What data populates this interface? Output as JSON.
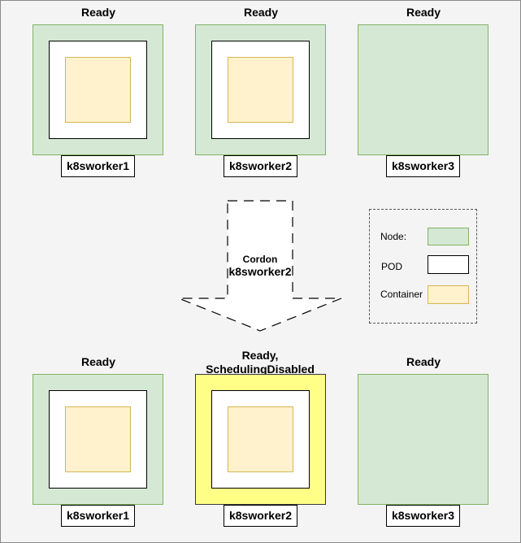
{
  "colors": {
    "node": "#d5e8d4",
    "node_border": "#82b366",
    "pod": "#ffffff",
    "container": "#fff2cc",
    "container_border": "#d6b656",
    "cordoned_node": "#ffff88"
  },
  "before": {
    "nodes": [
      {
        "status": "Ready",
        "name": "k8sworker1"
      },
      {
        "status": "Ready",
        "name": "k8sworker2"
      },
      {
        "status": "Ready",
        "name": "k8sworker3"
      }
    ]
  },
  "arrow": {
    "action": "Cordon",
    "target": "k8sworker2"
  },
  "legend": {
    "node_label": "Node:",
    "pod_label": "POD",
    "container_label": "Container"
  },
  "after": {
    "nodes": [
      {
        "status": "Ready",
        "name": "k8sworker1"
      },
      {
        "status_line1": "Ready,",
        "status_line2": "SchedulingDisabled",
        "name": "k8sworker2"
      },
      {
        "status": "Ready",
        "name": "k8sworker3"
      }
    ]
  }
}
